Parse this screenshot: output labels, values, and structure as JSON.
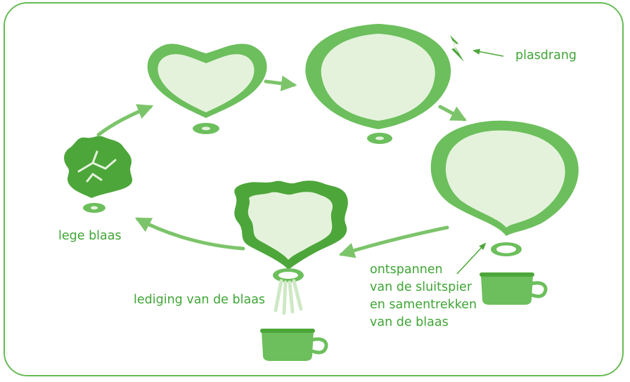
{
  "colors": {
    "border": "#66bb55",
    "wall": "#6cbf5c",
    "wall_dark": "#4da63a",
    "fill": "#e4f2dc",
    "text": "#3fa535",
    "arrow": "#7cc46a"
  },
  "labels": {
    "urge": "plasdrang",
    "empty": "lege blaas",
    "emptying": "lediging van de blaas",
    "relax": [
      "ontspannen",
      "van de sluitspier",
      "en samentrekken",
      "van de blaas"
    ]
  },
  "icons": [
    "lightning-icon",
    "potty-icon"
  ]
}
